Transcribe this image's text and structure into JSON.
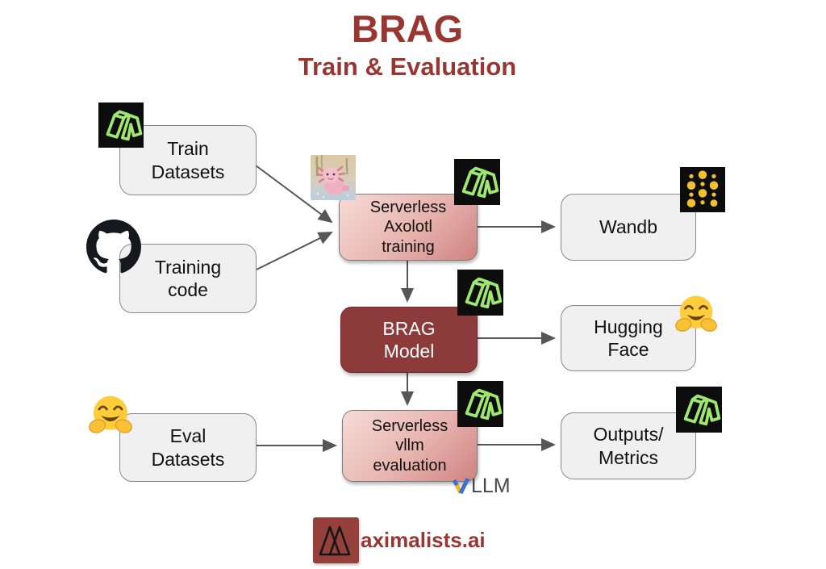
{
  "title": "BRAG",
  "subtitle": "Train & Evaluation",
  "nodes": {
    "train_datasets": {
      "label": "Train\nDatasets"
    },
    "training_code": {
      "label": "Training\ncode"
    },
    "serverless_axolotl": {
      "label": "Serverless\nAxolotl\ntraining"
    },
    "wandb": {
      "label": "Wandb"
    },
    "brag_model": {
      "label": "BRAG\nModel"
    },
    "hugging_face": {
      "label": "Hugging\nFace"
    },
    "eval_datasets": {
      "label": "Eval\nDatasets"
    },
    "serverless_vllm": {
      "label": "Serverless\nvllm\nevaluation"
    },
    "outputs_metrics": {
      "label": "Outputs/\nMetrics"
    }
  },
  "edges": [
    {
      "from": "train_datasets",
      "to": "serverless_axolotl"
    },
    {
      "from": "training_code",
      "to": "serverless_axolotl"
    },
    {
      "from": "serverless_axolotl",
      "to": "wandb"
    },
    {
      "from": "serverless_axolotl",
      "to": "brag_model"
    },
    {
      "from": "brag_model",
      "to": "hugging_face"
    },
    {
      "from": "brag_model",
      "to": "serverless_vllm"
    },
    {
      "from": "eval_datasets",
      "to": "serverless_vllm"
    },
    {
      "from": "serverless_vllm",
      "to": "outputs_metrics"
    }
  ],
  "icons": {
    "modal": "modal-logo",
    "github": "github-logo",
    "wandb": "wandb-dots-logo",
    "hugging_face": "hugging-face-emoji",
    "axolotl": "axolotl-image",
    "vllm_v": "vllm-v-logo"
  },
  "vllm_logo": {
    "text": "LLM"
  },
  "footer": {
    "brand_text": "aximalists.ai"
  },
  "colors": {
    "title_maroon": "#993632",
    "maroon_box": "#8d3a3a",
    "pink_light": "#f6dbd7",
    "pink_dark": "#cf8280",
    "gray_box": "#f0f0f0",
    "arrow": "#565656",
    "modal_green": "#9fe870",
    "wandb_yellow": "#f0c02e",
    "logo_square": "#96403b"
  }
}
